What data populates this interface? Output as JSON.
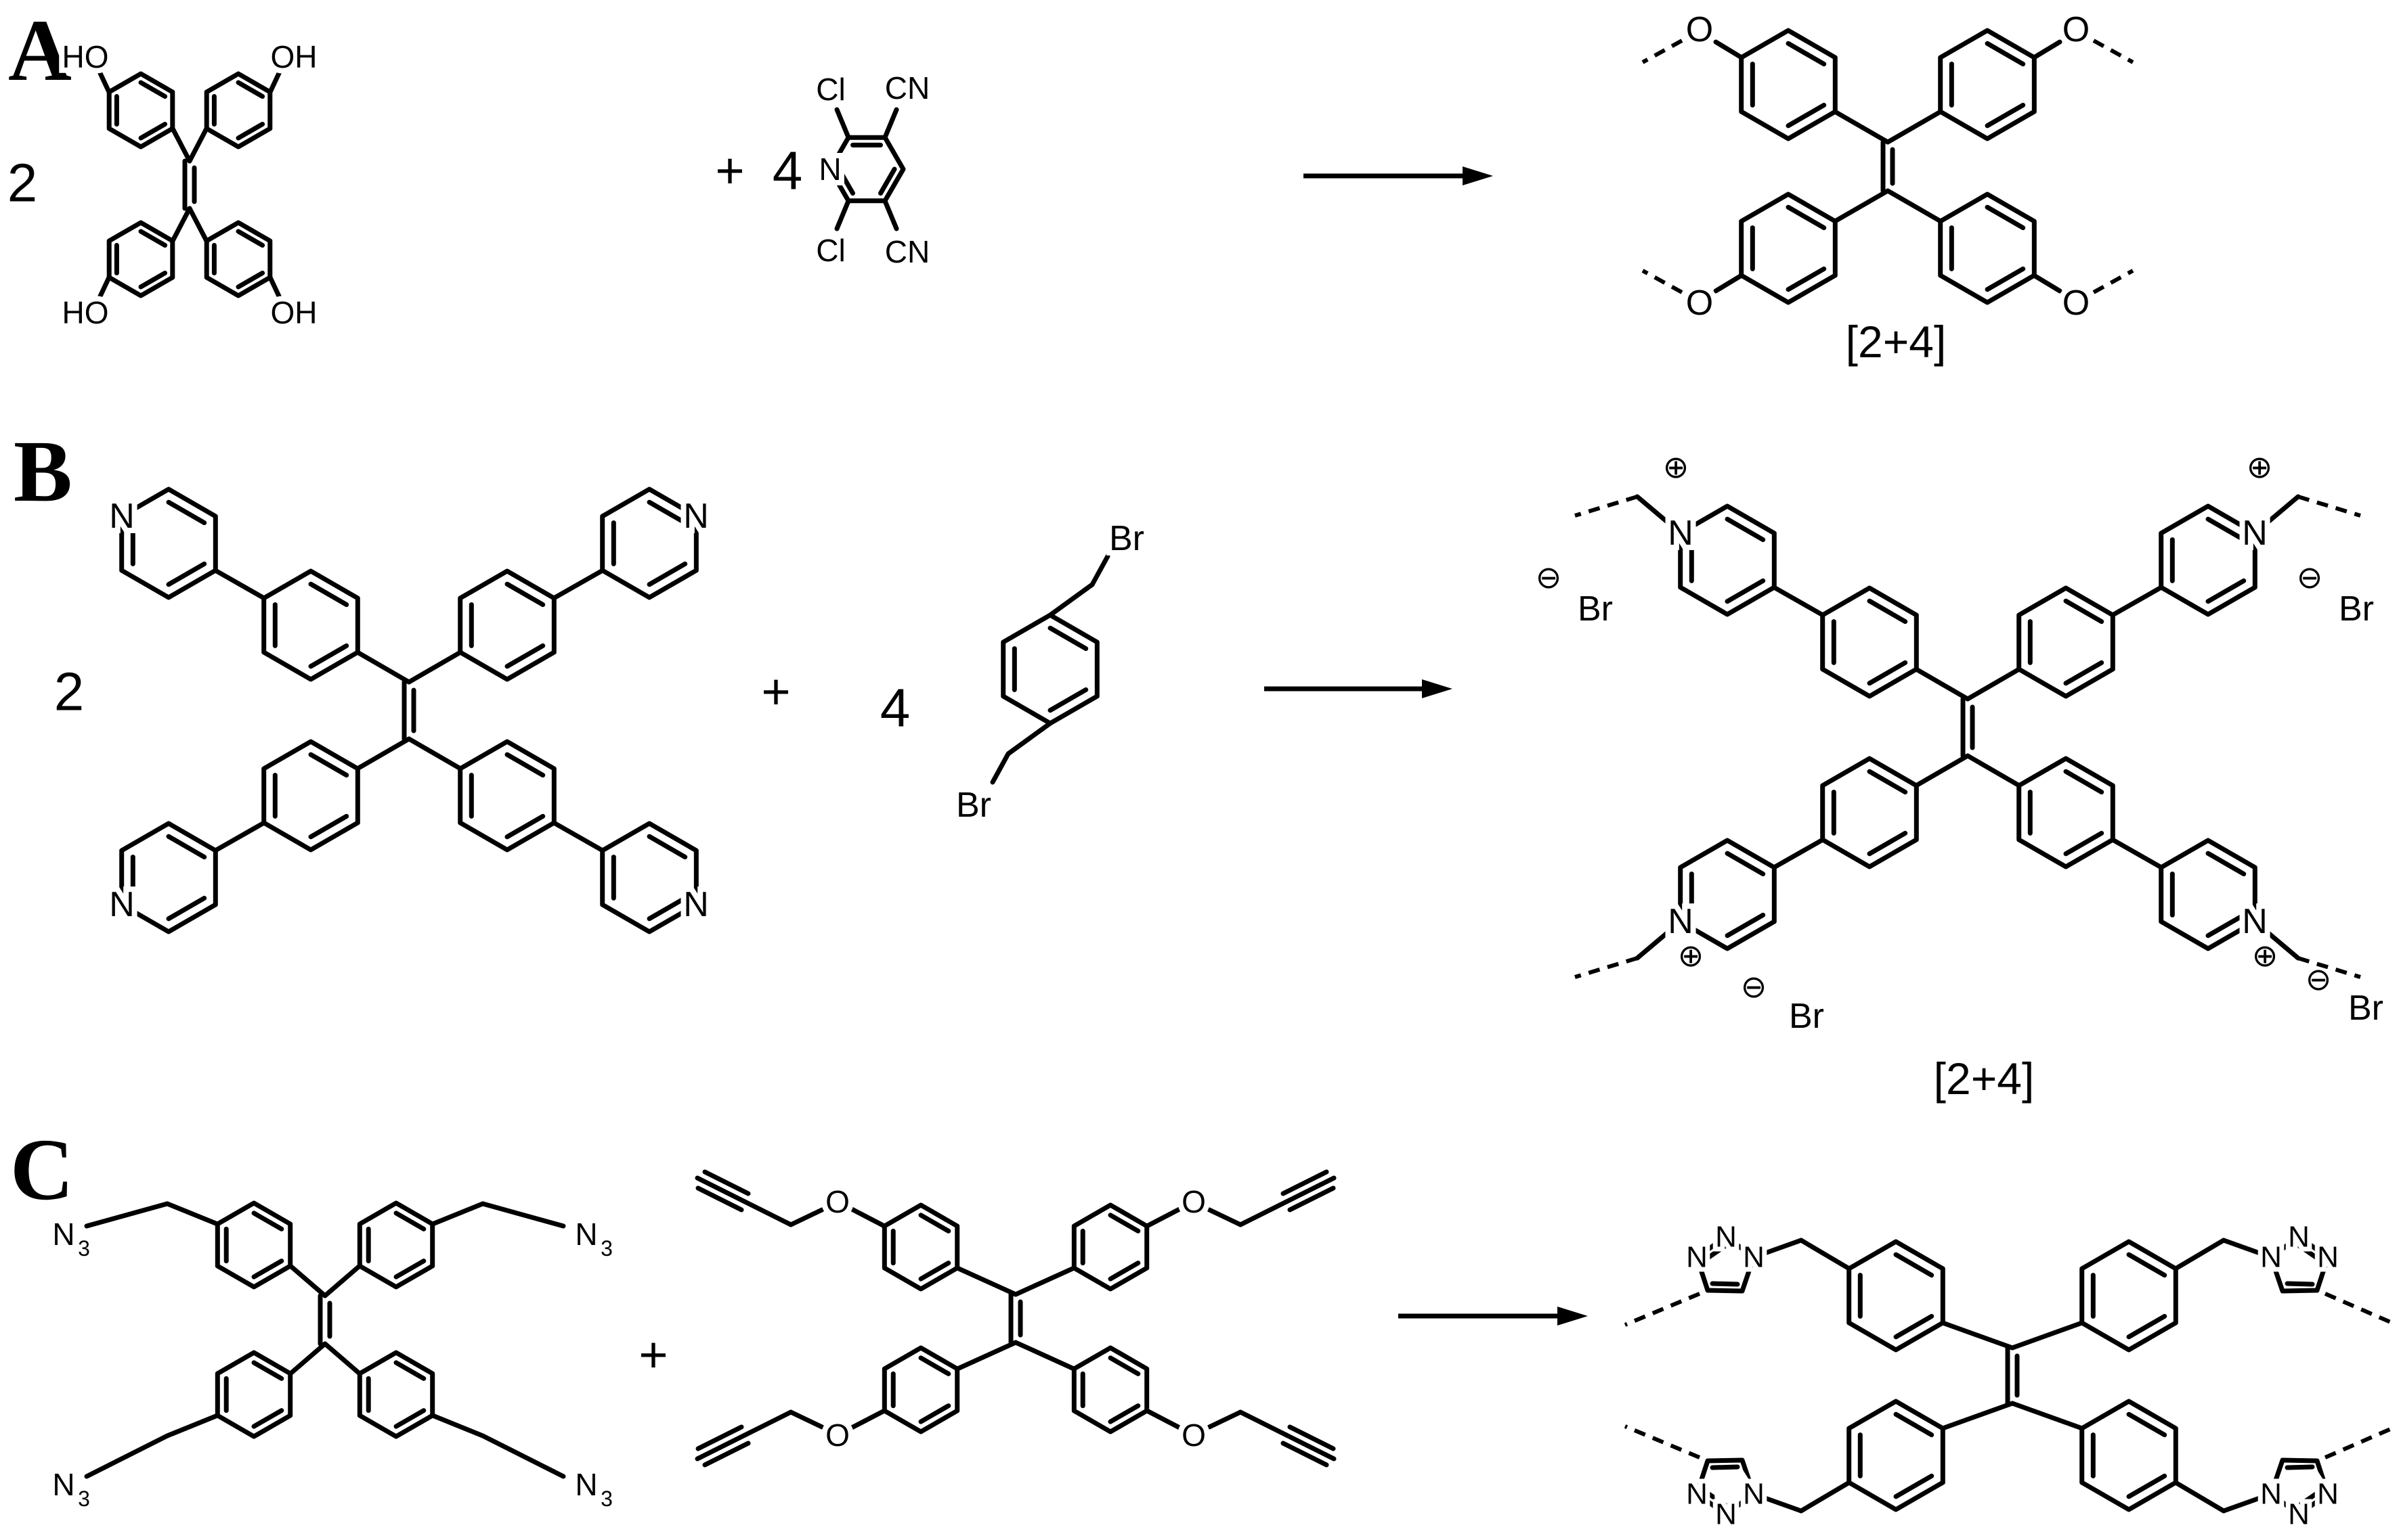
{
  "panel_a": {
    "label": "A",
    "coefficient_reactant_1": "2",
    "plus_sign": "+",
    "coefficient_reactant_2": "4",
    "reactant_1_labels": {
      "hydroxyl_top_left": "HO",
      "hydroxyl_top_right": "OH",
      "hydroxyl_bottom_left": "HO",
      "hydroxyl_bottom_right": "OH"
    },
    "reactant_2_labels": {
      "chlorine_top": "Cl",
      "nitrile_top": "CN",
      "ring_nitrogen": "N",
      "chlorine_bottom": "Cl",
      "nitrile_bottom": "CN"
    },
    "product_labels": {
      "oxygen_top_left": "O",
      "oxygen_top_right": "O",
      "oxygen_bottom_left": "O",
      "oxygen_bottom_right": "O",
      "stoichiometry": "[2+4]"
    }
  },
  "panel_b": {
    "label": "B",
    "coefficient_reactant_1": "2",
    "plus_sign": "+",
    "coefficient_reactant_2": "4",
    "reactant_1_labels": {
      "pyridine_n_top_left": "N",
      "pyridine_n_top_right": "N",
      "pyridine_n_bottom_left": "N",
      "pyridine_n_bottom_right": "N"
    },
    "reactant_2_labels": {
      "bromine_top": "Br",
      "bromine_bottom": "Br"
    },
    "product_labels": {
      "pyridinium_n_top_left": "N",
      "pyridinium_n_top_right": "N",
      "pyridinium_n_bottom_left": "N",
      "pyridinium_n_bottom_right": "N",
      "plus_charge": "⊕",
      "minus_charge": "⊖",
      "bromide_top_left": "Br",
      "bromide_top_right": "Br",
      "bromide_bottom_left": "Br",
      "bromide_bottom_right": "Br",
      "stoichiometry": "[2+4]"
    }
  },
  "panel_c": {
    "label": "C",
    "plus_sign": "+",
    "reactant_1_labels": {
      "azide_n": "N",
      "azide_subscript": "3"
    },
    "reactant_2_labels": {
      "ether_oxygen": "O"
    },
    "product_labels": {
      "triazole_n": "N"
    }
  }
}
